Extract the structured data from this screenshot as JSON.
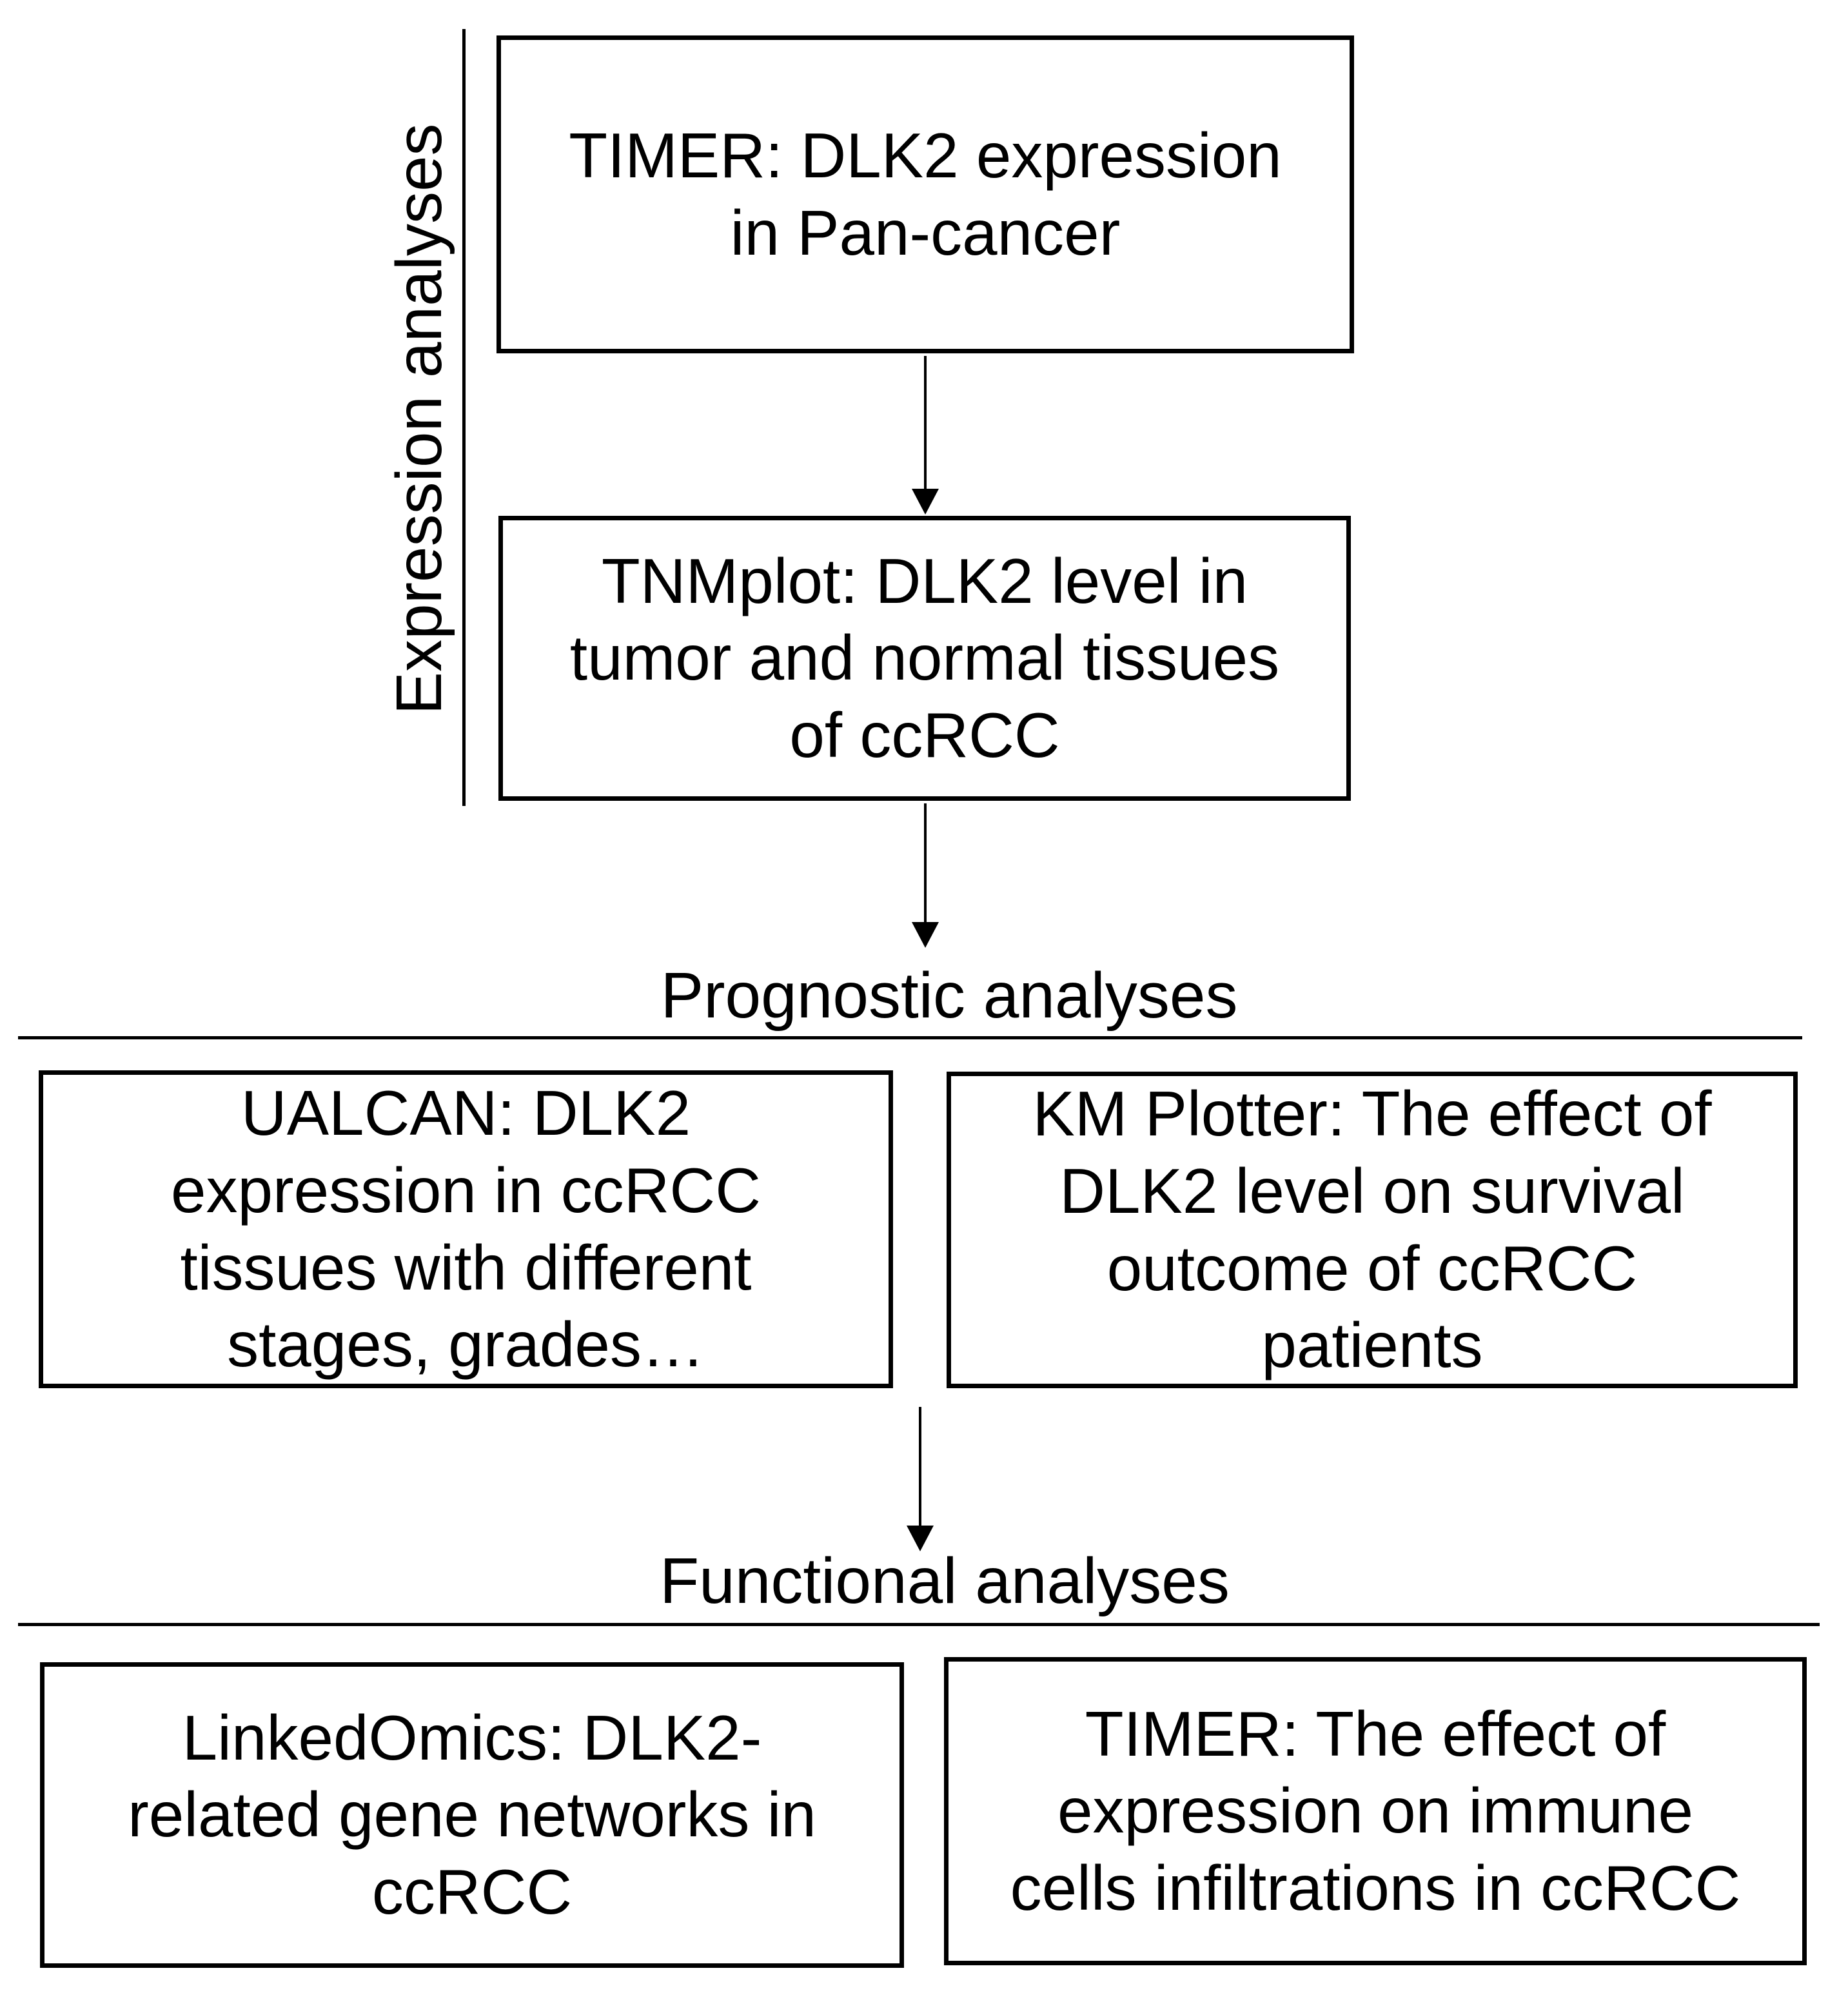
{
  "figure": {
    "background": "#ffffff",
    "text_color": "#000000"
  },
  "sections": {
    "expression": {
      "side_label": "Expression analyses",
      "boxes": [
        {
          "name": "timer-pan-cancer",
          "lines": [
            "TIMER: DLK2 expression",
            "in Pan-cancer"
          ]
        },
        {
          "name": "tnmplot",
          "lines": [
            "TNMplot: DLK2 level in",
            "tumor and normal tissues",
            "of ccRCC"
          ]
        }
      ]
    },
    "prognostic": {
      "heading": "Prognostic analyses",
      "boxes": [
        {
          "name": "ualcan",
          "lines": [
            "UALCAN: DLK2",
            "expression in ccRCC",
            "tissues with different",
            "stages, grades…"
          ]
        },
        {
          "name": "km-plotter",
          "lines": [
            "KM Plotter: The effect of",
            "DLK2 level on survival",
            "outcome of ccRCC",
            "patients"
          ]
        }
      ]
    },
    "functional": {
      "heading": "Functional analyses",
      "boxes": [
        {
          "name": "linkedomics",
          "lines": [
            "LinkedOmics: DLK2-",
            "related gene networks in",
            "ccRCC"
          ]
        },
        {
          "name": "timer-immune",
          "lines": [
            "TIMER: The effect of",
            "expression on immune",
            "cells infiltrations in ccRCC"
          ]
        }
      ]
    }
  }
}
